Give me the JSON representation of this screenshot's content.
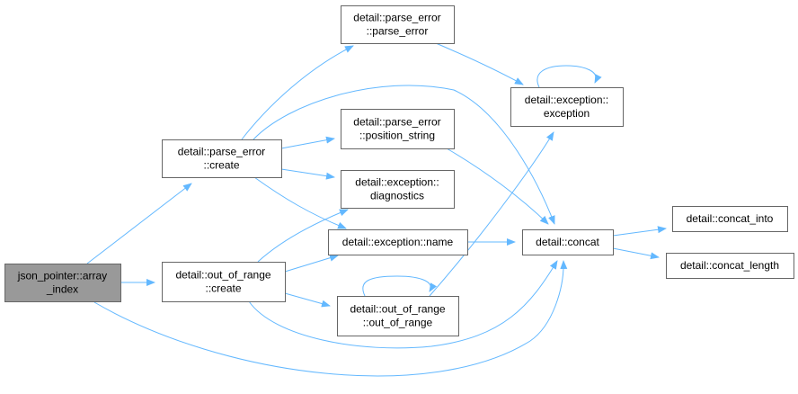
{
  "colors": {
    "edge": "#63b8ff",
    "node_fill": "#ffffff",
    "node_border": "#666666",
    "root_fill": "#999999",
    "text": "#000000"
  },
  "nodes": [
    {
      "id": "root",
      "lines": [
        "json_pointer::array",
        "_index"
      ],
      "highlight": true
    },
    {
      "id": "pe_create",
      "lines": [
        "detail::parse_error",
        "::create"
      ]
    },
    {
      "id": "oor_create",
      "lines": [
        "detail::out_of_range",
        "::create"
      ]
    },
    {
      "id": "pe_ctor",
      "lines": [
        "detail::parse_error",
        "::parse_error"
      ]
    },
    {
      "id": "pe_pos",
      "lines": [
        "detail::parse_error",
        "::position_string"
      ]
    },
    {
      "id": "ex_diag",
      "lines": [
        "detail::exception::",
        "diagnostics"
      ]
    },
    {
      "id": "ex_name",
      "lines": [
        "detail::exception::name"
      ]
    },
    {
      "id": "oor_ctor",
      "lines": [
        "detail::out_of_range",
        "::out_of_range"
      ]
    },
    {
      "id": "ex_ctor",
      "lines": [
        "detail::exception::",
        "exception"
      ]
    },
    {
      "id": "concat",
      "lines": [
        "detail::concat"
      ]
    },
    {
      "id": "concat_into",
      "lines": [
        "detail::concat_into"
      ]
    },
    {
      "id": "concat_length",
      "lines": [
        "detail::concat_length"
      ]
    }
  ],
  "edges": [
    [
      "root",
      "pe_create"
    ],
    [
      "root",
      "oor_create"
    ],
    [
      "root",
      "concat"
    ],
    [
      "pe_create",
      "pe_ctor"
    ],
    [
      "pe_create",
      "pe_pos"
    ],
    [
      "pe_create",
      "ex_diag"
    ],
    [
      "pe_create",
      "ex_name"
    ],
    [
      "pe_create",
      "concat"
    ],
    [
      "oor_create",
      "ex_diag"
    ],
    [
      "oor_create",
      "ex_name"
    ],
    [
      "oor_create",
      "oor_ctor"
    ],
    [
      "oor_create",
      "concat"
    ],
    [
      "pe_ctor",
      "ex_ctor"
    ],
    [
      "pe_pos",
      "concat"
    ],
    [
      "ex_name",
      "concat"
    ],
    [
      "oor_ctor",
      "ex_ctor"
    ],
    [
      "oor_ctor",
      "oor_ctor"
    ],
    [
      "ex_ctor",
      "ex_ctor"
    ],
    [
      "concat",
      "concat_into"
    ],
    [
      "concat",
      "concat_length"
    ]
  ]
}
